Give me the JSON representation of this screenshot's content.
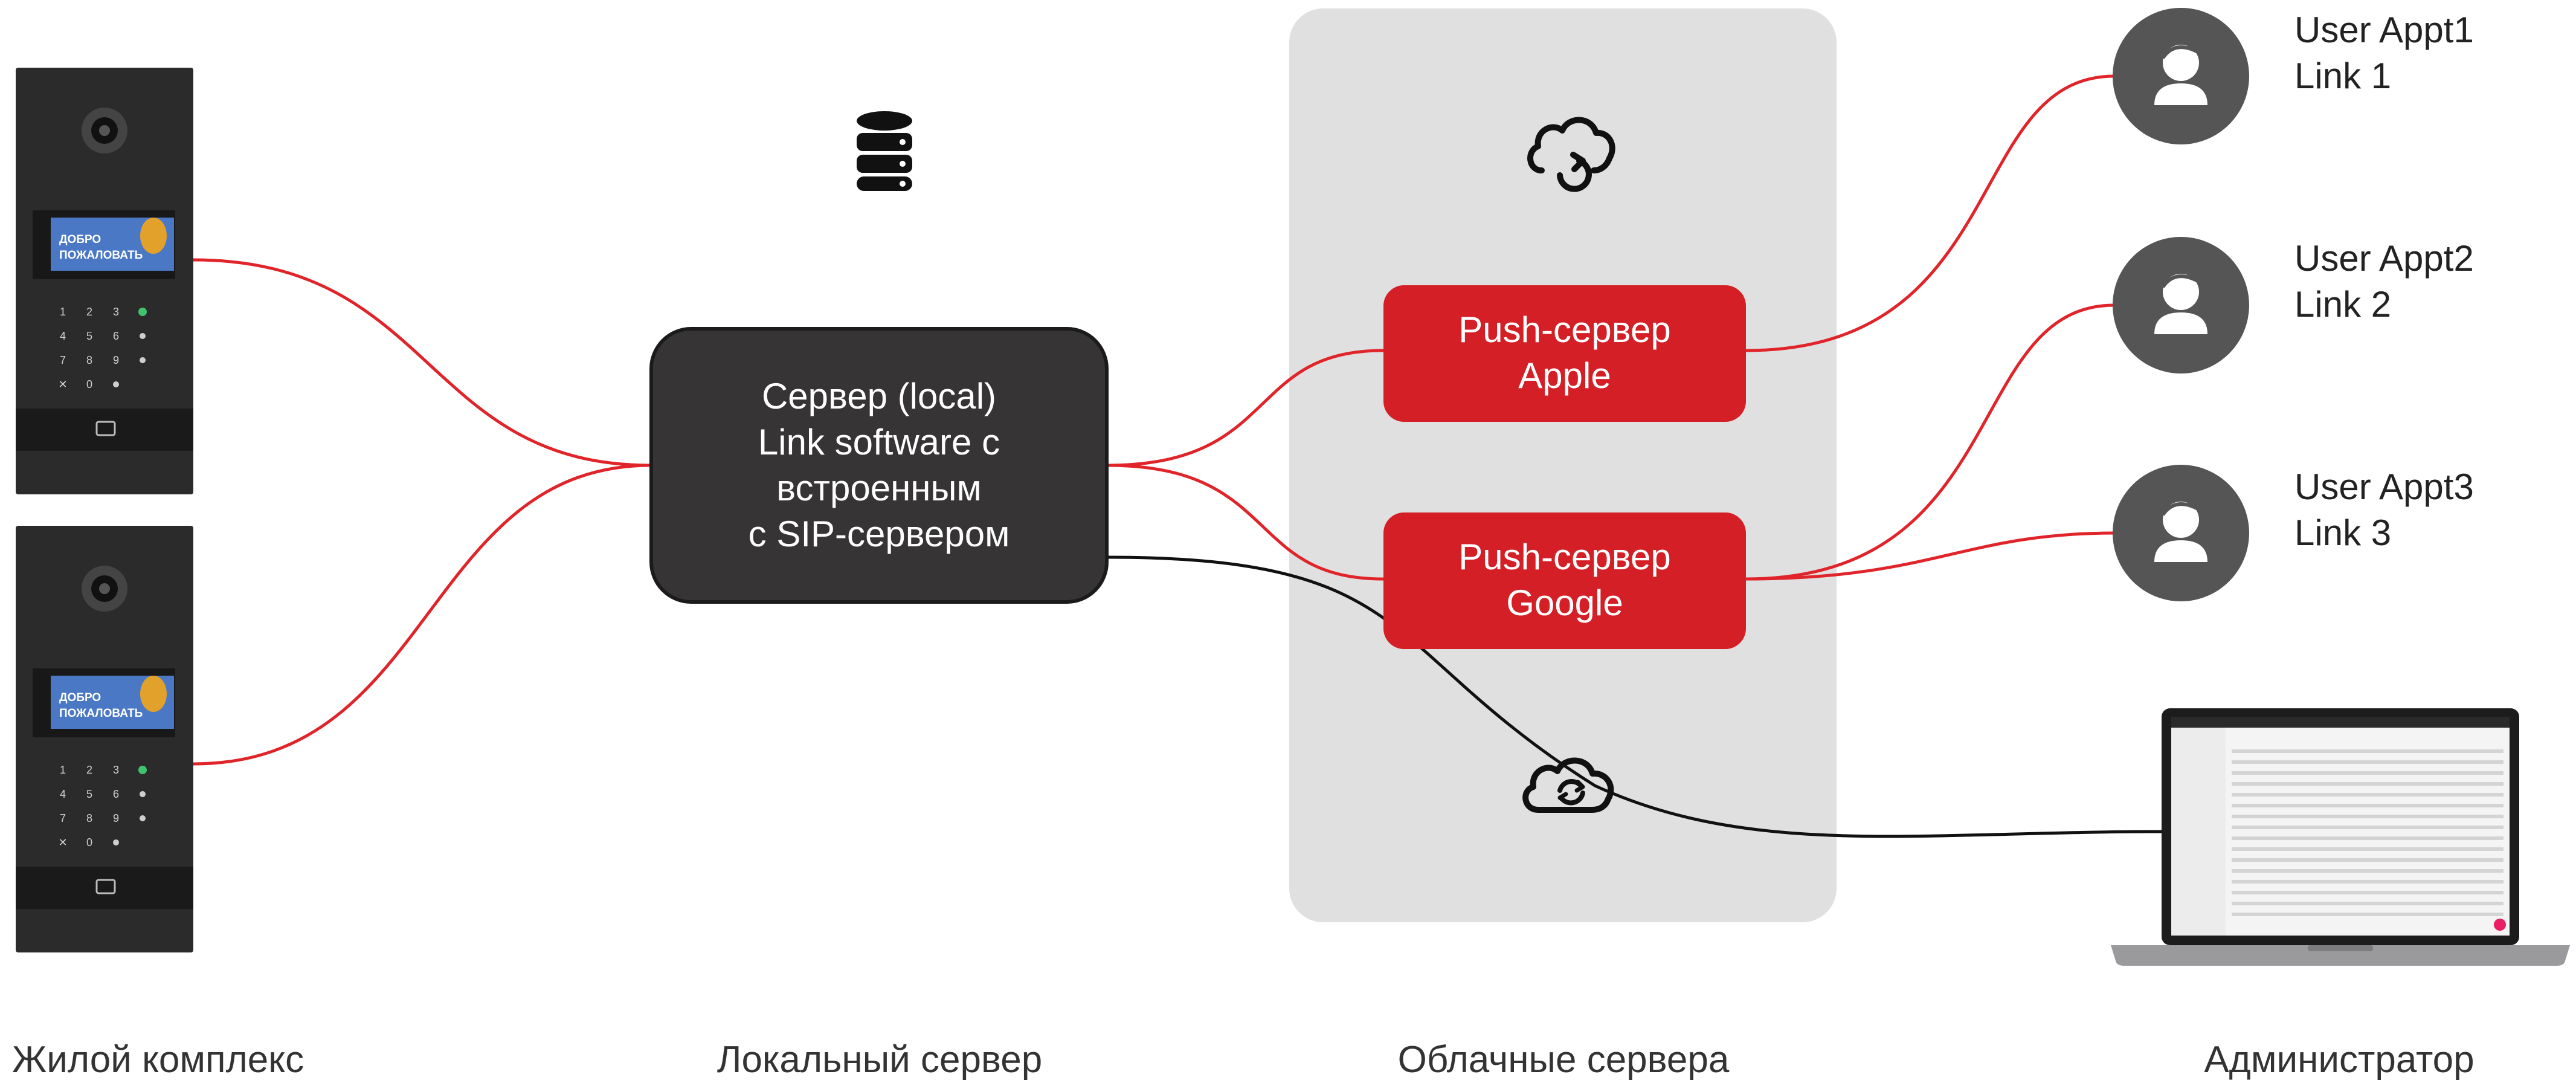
{
  "server_box": {
    "lines": [
      "Сервер (local)",
      "Link software с",
      "встроенным",
      "с SIP-сервером"
    ]
  },
  "push_apple": {
    "lines": [
      "Push-сервер",
      "Apple"
    ]
  },
  "push_google": {
    "lines": [
      "Push-сервер",
      "Google"
    ]
  },
  "users": [
    {
      "line1": "User Appt1",
      "line2": "Link 1"
    },
    {
      "line1": "User Appt2",
      "line2": "Link 2"
    },
    {
      "line1": "User Appt3",
      "line2": "Link 3"
    }
  ],
  "intercom": {
    "screen_line1": "ДОБРО",
    "screen_line2": "ПОЖАЛОВАТЬ",
    "keys": [
      "1",
      "2",
      "3",
      "4",
      "5",
      "6",
      "7",
      "8",
      "9",
      "✕",
      "0"
    ]
  },
  "columns": {
    "residential": "Жилой комплекс",
    "local_server": "Локальный сервер",
    "cloud_servers": "Облачные сервера",
    "administrator": "Администратор"
  },
  "icons": {
    "database": "database-icon",
    "cloud_sync_top": "cloud-refresh-icon",
    "cloud_sync_bottom": "cloud-sync-icon",
    "user": "user-avatar-icon",
    "laptop": "laptop-admin-icon",
    "intercom": "intercom-panel-icon"
  },
  "colors": {
    "push_red": "#d41f26",
    "wire_red": "#e0242a",
    "server_dark": "#363435",
    "cloud_panel": "#e0e0e0",
    "user_circle": "#555555"
  }
}
